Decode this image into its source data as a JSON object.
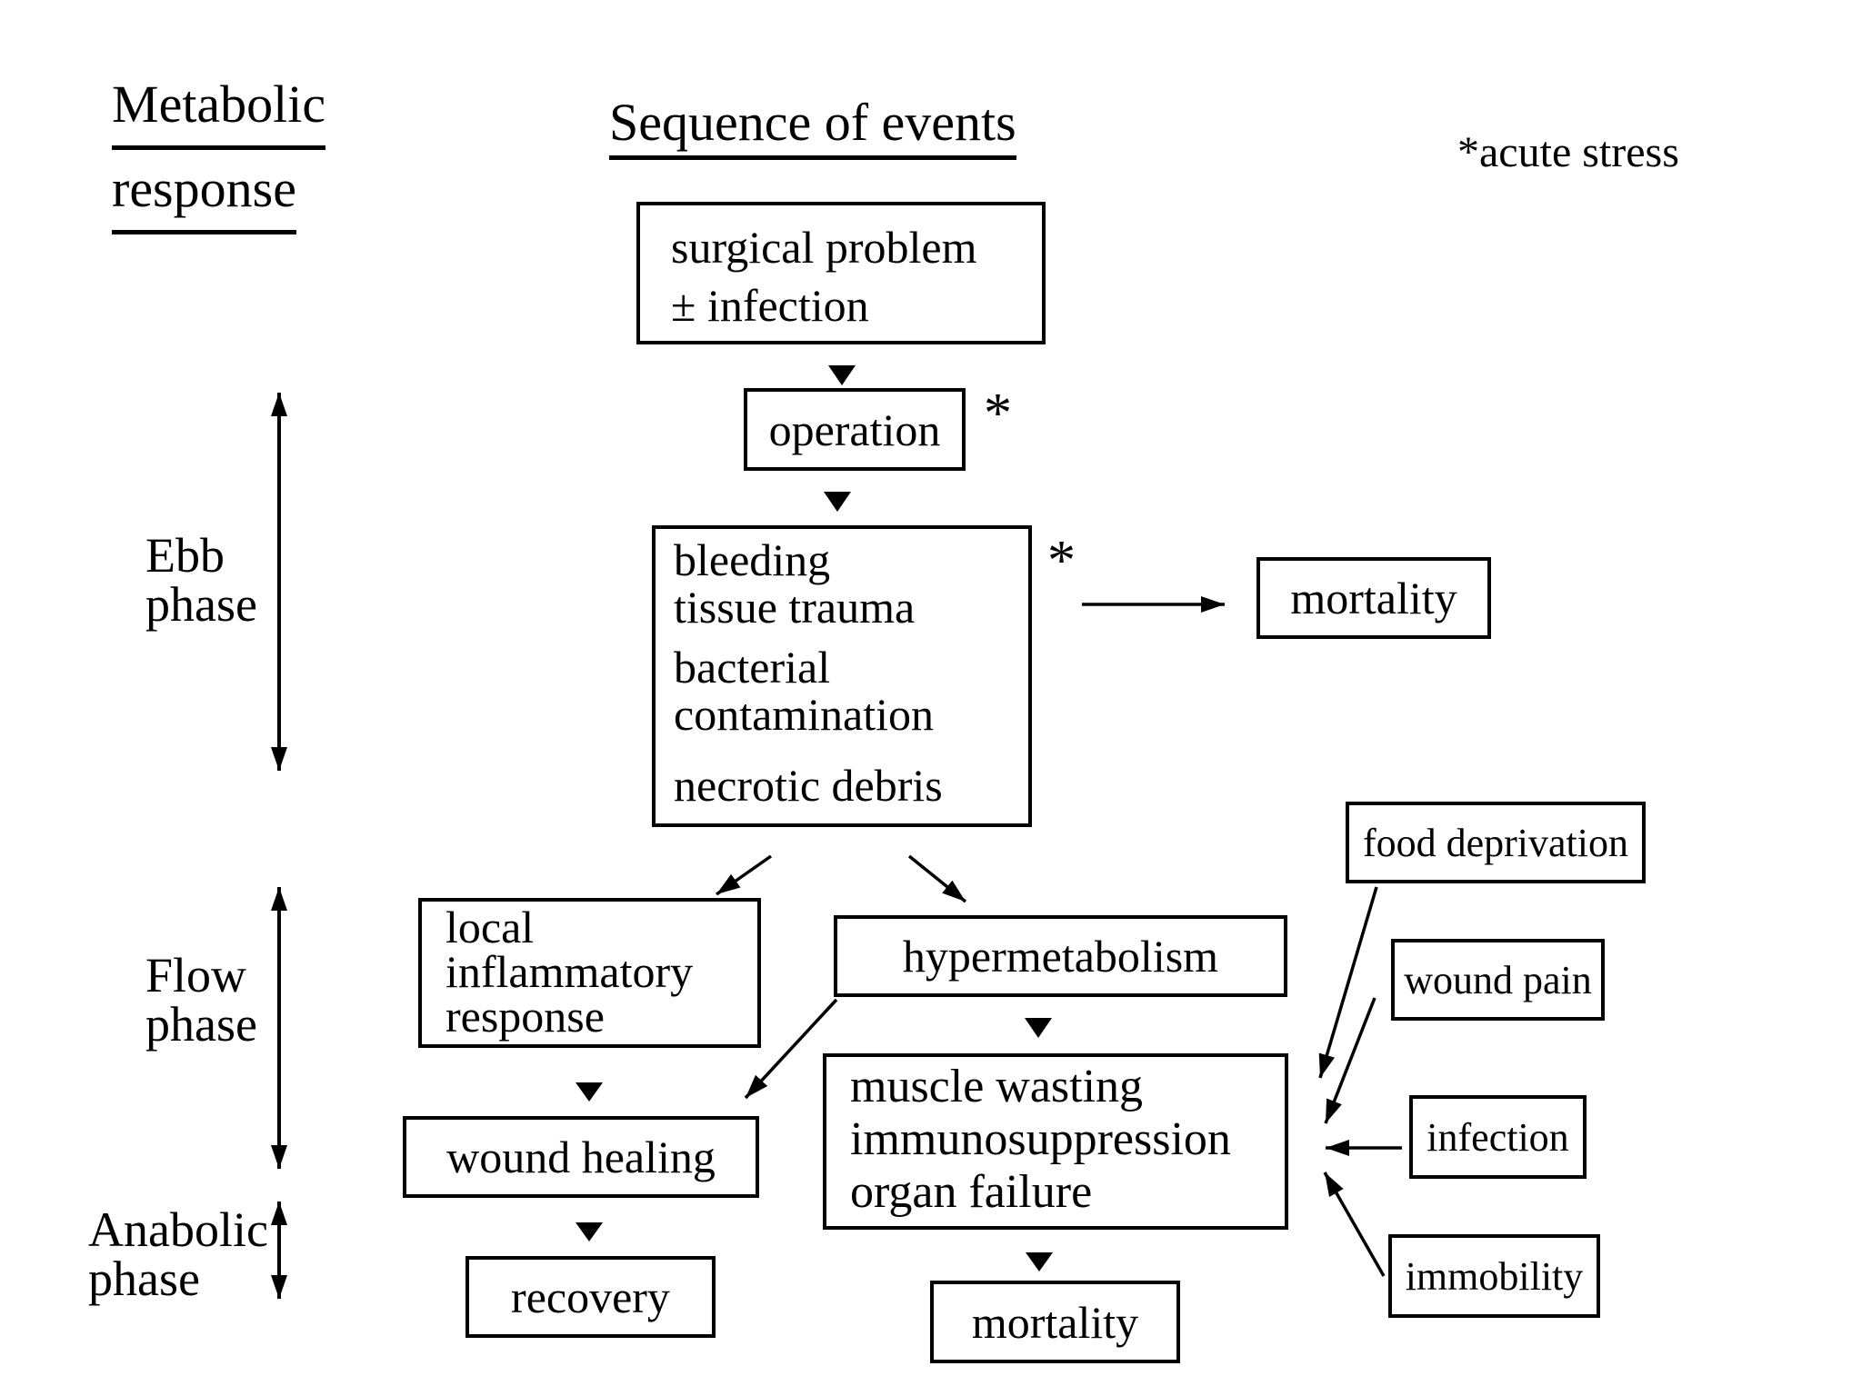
{
  "titles": {
    "left_line1": "Metabolic",
    "left_line2": "response",
    "main": "Sequence of events",
    "legend": "*acute stress"
  },
  "phases": {
    "ebb": {
      "line1": "Ebb",
      "line2": "phase"
    },
    "flow": {
      "line1": "Flow",
      "line2": "phase"
    },
    "anabolic": {
      "line1": "Anabolic",
      "line2": "phase"
    }
  },
  "boxes": {
    "surgical": {
      "lines": [
        "surgical problem",
        "± infection"
      ]
    },
    "operation": {
      "label": "operation",
      "annotation": "*"
    },
    "bleeding": {
      "lines": [
        "bleeding",
        "tissue trauma",
        "bacterial contamination",
        "necrotic debris"
      ],
      "annotation": "*"
    },
    "mortality_top": {
      "label": "mortality"
    },
    "local": {
      "lines": [
        "local",
        "inflammatory",
        "response"
      ]
    },
    "hypermetabolism": {
      "label": "hypermetabolism"
    },
    "wound_healing": {
      "label": "wound healing"
    },
    "recovery": {
      "label": "recovery"
    },
    "muscle": {
      "lines": [
        "muscle wasting",
        "immunosuppression",
        "organ failure"
      ]
    },
    "mortality_bottom": {
      "label": "mortality"
    },
    "food_deprivation": {
      "label": "food deprivation"
    },
    "wound_pain": {
      "label": "wound pain"
    },
    "infection": {
      "label": "infection"
    },
    "immobility": {
      "label": "immobility"
    }
  }
}
